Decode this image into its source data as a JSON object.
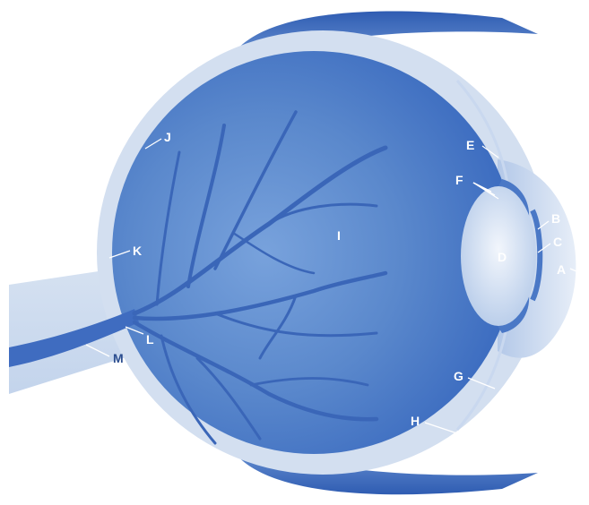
{
  "colors": {
    "background": "#ffffff",
    "sclera": "#d9e4f2",
    "sclera_edge": "#b9cbe6",
    "globe_light": "#6a97d6",
    "globe_dark": "#3c6cc0",
    "vessel": "#2e5aa8",
    "muscle": "#3f6cc4",
    "lens": "#dbe6f5",
    "cornea": "#c7d7ee",
    "label_text": "#ffffff",
    "label_text_outside": "#2b4d8f",
    "leader_line": "#ffffff"
  },
  "labels": {
    "a": "A",
    "b": "B",
    "c": "C",
    "d": "D",
    "e": "E",
    "f": "F",
    "g": "G",
    "h": "H",
    "i": "I",
    "j": "J",
    "k": "K",
    "l": "L",
    "m": "M"
  }
}
